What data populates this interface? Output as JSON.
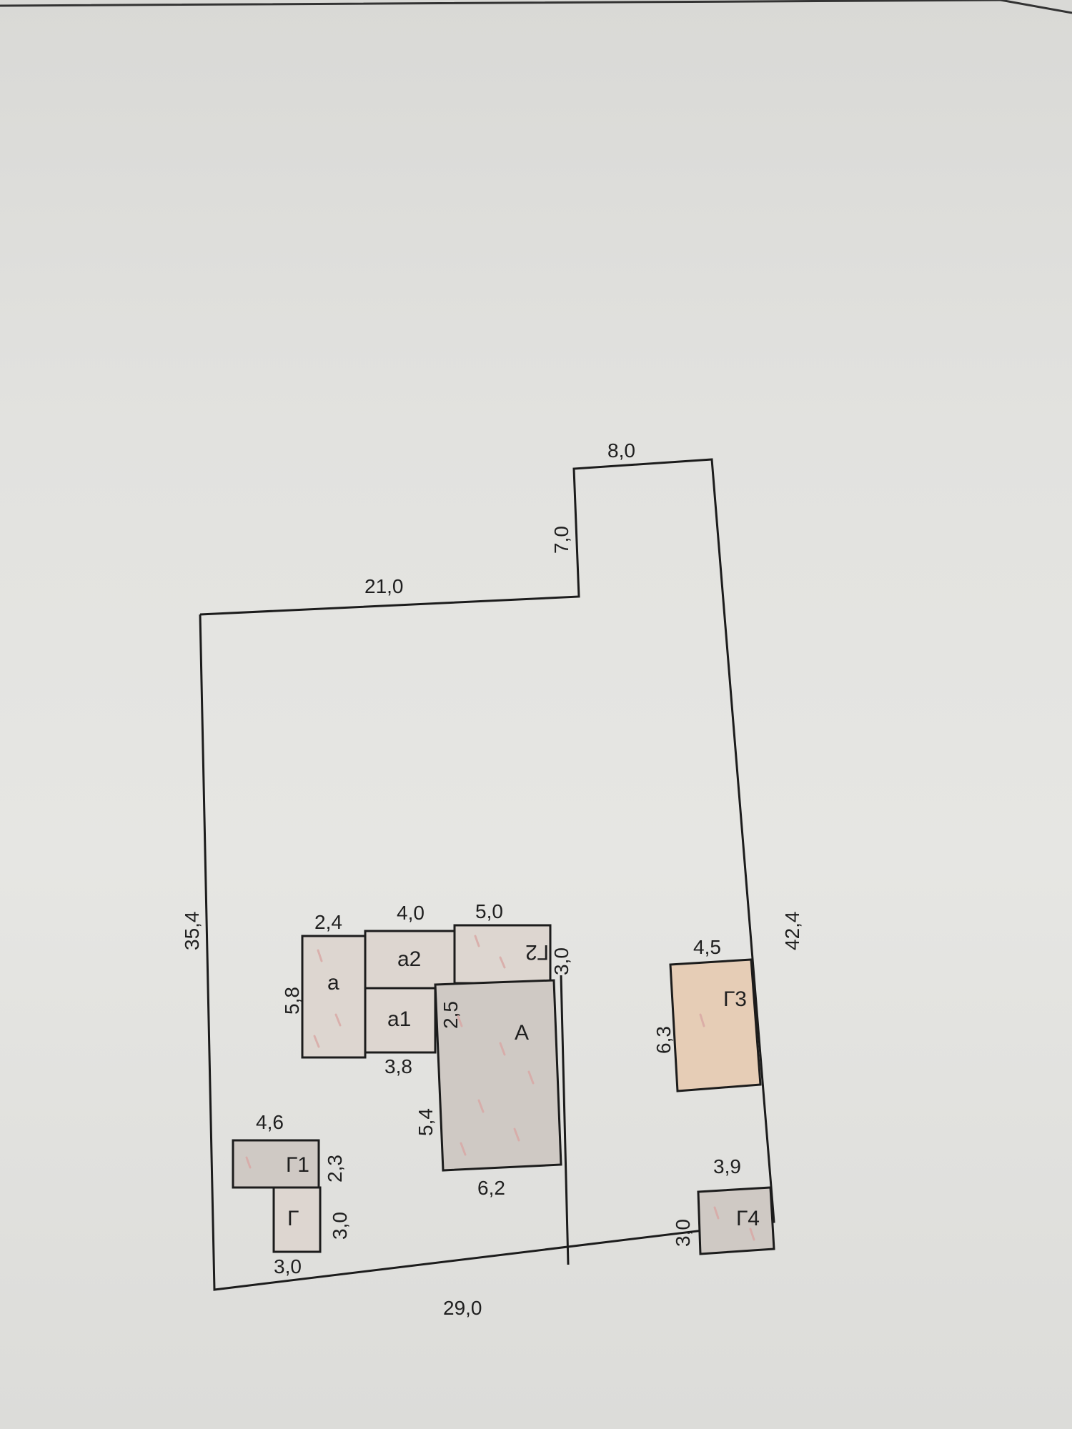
{
  "plot_dimensions": {
    "top_left": "21,0",
    "step_vertical": "7,0",
    "top_right": "8,0",
    "right_side": "42,4",
    "bottom": "29,0",
    "left_side": "35,4"
  },
  "buildings": {
    "a": {
      "code": "а",
      "width": "2,4",
      "height": "5,8"
    },
    "a2": {
      "code": "а2",
      "width": "4,0"
    },
    "g2": {
      "code": "Г2",
      "width": "5,0",
      "height": "3,0"
    },
    "a1": {
      "code": "а1",
      "width": "3,8",
      "height": "2,5"
    },
    "A": {
      "code": "А",
      "width": "6,2",
      "height": "5,4"
    },
    "g1": {
      "code": "Г1",
      "width": "4,6",
      "height": "2,3"
    },
    "g": {
      "code": "Г",
      "width": "3,0",
      "height": "3,0"
    },
    "g3": {
      "code": "Г3",
      "width": "4,5",
      "height": "6,3"
    },
    "g4": {
      "code": "Г4",
      "width": "3,9",
      "height": "3,0"
    }
  }
}
